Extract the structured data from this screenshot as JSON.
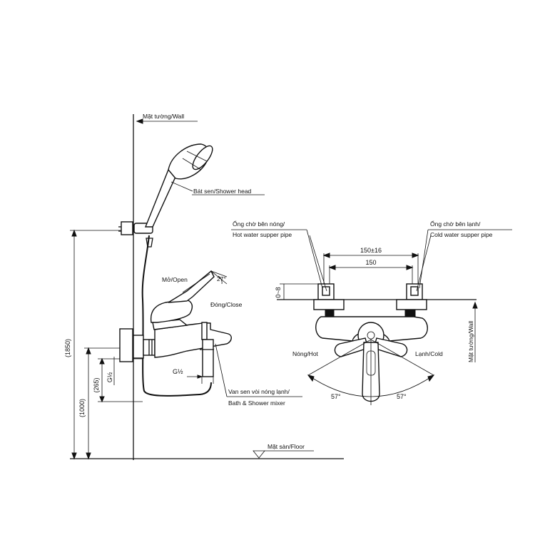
{
  "labels": {
    "wall_top": "Mặt tường/Wall",
    "shower_head": "Bát sen/Shower head",
    "open": "Mở/Open",
    "close": "Đóng/Close",
    "angle_small": "27°",
    "mixer_line1": "Van sen vòi nóng lạnh/",
    "mixer_line2": "Bath & Shower mixer",
    "floor": "Mặt sàn/Floor",
    "hot_pipe_line1": "Ống chờ bên nóng/",
    "hot_pipe_line2": "Hot water supper pipe",
    "cold_pipe_line1": "Ống chờ bên lạnh/",
    "cold_pipe_line2": "Cold water supper pipe",
    "hot": "Nóng/Hot",
    "cold": "Lạnh/Cold",
    "wall_side": "Mặt tường/Wall"
  },
  "dimensions": {
    "height_total": "(1850)",
    "height_mid": "(1000)",
    "height_low": "(265)",
    "thread_side": "G½",
    "thread_bottom": "G½",
    "spacing_outer": "150±16",
    "spacing_inner": "150",
    "offset": "0~8",
    "angle_left": "57°",
    "angle_right": "57°"
  }
}
